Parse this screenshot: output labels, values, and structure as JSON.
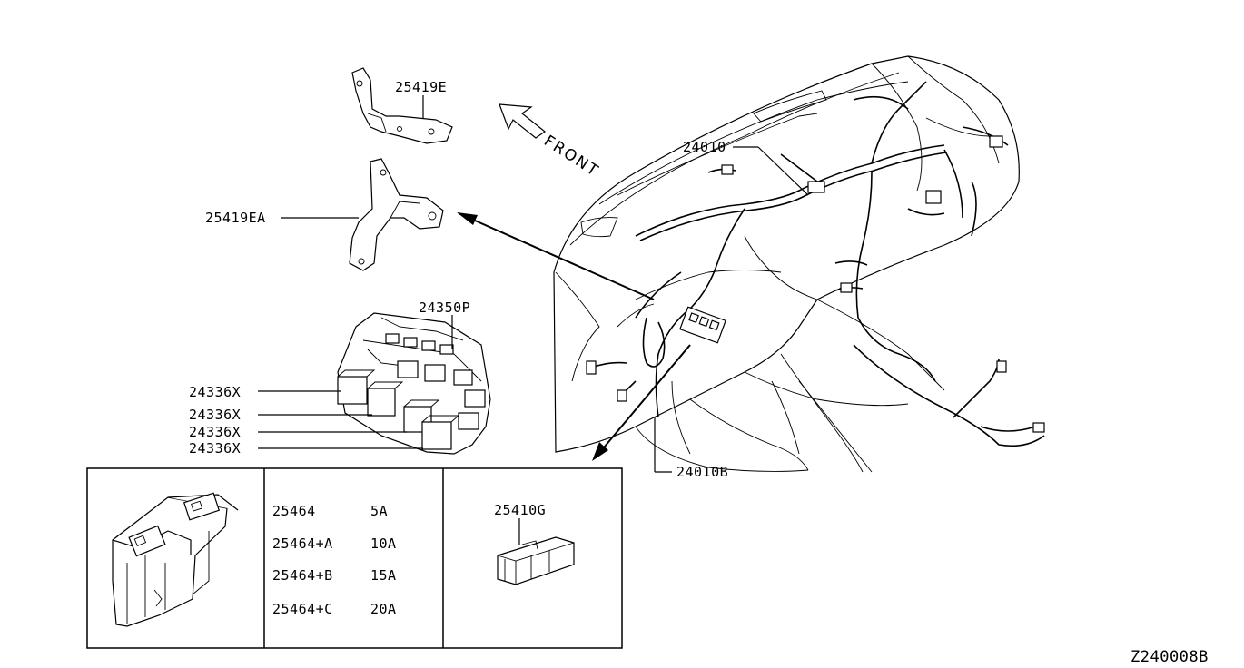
{
  "diagram": {
    "front_label": "FRONT",
    "diagram_code": "Z240008B",
    "parts": {
      "bracket_upper": "25419E",
      "bracket_lower": "25419EA",
      "fuse_block": "24350P",
      "main_harness": "24010",
      "sub_harness": "24010B",
      "relay_1": "24336X",
      "relay_2": "24336X",
      "relay_3": "24336X",
      "relay_4": "24336X",
      "fuse_holder": "25410G"
    },
    "fuse_table": [
      {
        "part": "25464",
        "rating": "5A"
      },
      {
        "part": "25464+A",
        "rating": "10A"
      },
      {
        "part": "25464+B",
        "rating": "15A"
      },
      {
        "part": "25464+C",
        "rating": "20A"
      }
    ]
  }
}
